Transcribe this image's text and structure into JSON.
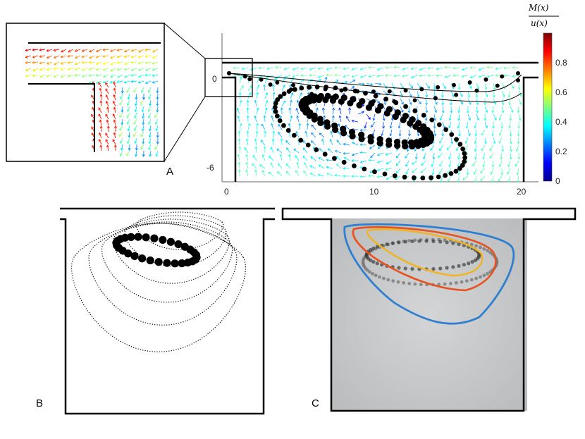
{
  "panels": {
    "a": {
      "label": "A"
    },
    "b": {
      "label": "B"
    },
    "c": {
      "label": "C"
    }
  },
  "axes": {
    "x_ticks": [
      "0",
      "10",
      "20"
    ],
    "y_ticks": [
      "0",
      "-6"
    ]
  },
  "colorbar": {
    "numerator": "M(x)",
    "denominator": "u(x)",
    "ticks": [
      "0.8",
      "0.6",
      "0.4",
      "0.2",
      "0"
    ],
    "range": [
      0,
      1
    ]
  },
  "colors": {
    "contour_blue": "#2f7fd0",
    "contour_orange": "#e8521f",
    "contour_yellow": "#f2b31b",
    "photo_background": "#c9cbcc"
  }
}
